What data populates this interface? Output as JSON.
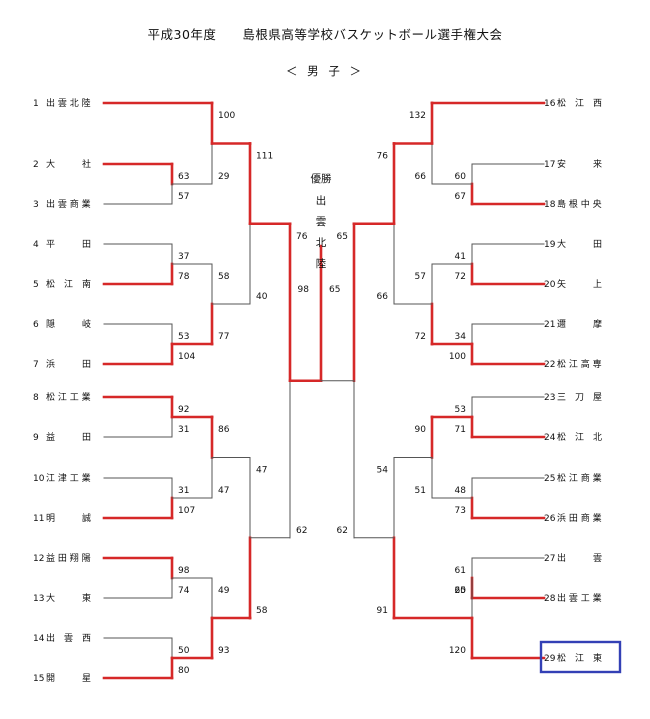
{
  "header": {
    "title": "平成30年度　　島根県高等学校バスケットボール選手権大会",
    "division": "＜ 男 子 ＞"
  },
  "colors": {
    "winner_line": "#d62828",
    "loser_line": "#555555",
    "highlight_box": "#3340b5"
  },
  "champion": {
    "label": "優勝",
    "chars": [
      "出",
      "雲",
      "北",
      "陸"
    ]
  },
  "highlight_team": "29",
  "left_teams": [
    {
      "no": "1",
      "name": "出 雲 北 陸"
    },
    {
      "no": "2",
      "name": "大　　　社"
    },
    {
      "no": "3",
      "name": "出 雲 商 業"
    },
    {
      "no": "4",
      "name": "平　　　田"
    },
    {
      "no": "5",
      "name": "松　江　南"
    },
    {
      "no": "6",
      "name": "隠　　　岐"
    },
    {
      "no": "7",
      "name": "浜　　　田"
    },
    {
      "no": "8",
      "name": "松 江 工 業"
    },
    {
      "no": "9",
      "name": "益　　　田"
    },
    {
      "no": "10",
      "name": "江 津 工 業"
    },
    {
      "no": "11",
      "name": "明　　　誠"
    },
    {
      "no": "12",
      "name": "益 田 翔 陽"
    },
    {
      "no": "13",
      "name": "大　　　東"
    },
    {
      "no": "14",
      "name": "出　雲　西"
    },
    {
      "no": "15",
      "name": "開　　　星"
    }
  ],
  "right_teams": [
    {
      "no": "16",
      "name": "松　江　西"
    },
    {
      "no": "17",
      "name": "安　　　来"
    },
    {
      "no": "18",
      "name": "島 根 中 央"
    },
    {
      "no": "19",
      "name": "大　　　田"
    },
    {
      "no": "20",
      "name": "矢　　　上"
    },
    {
      "no": "21",
      "name": "邇　　　摩"
    },
    {
      "no": "22",
      "name": "松 江 高 専"
    },
    {
      "no": "23",
      "name": "三　刀　屋"
    },
    {
      "no": "24",
      "name": "松　江　北"
    },
    {
      "no": "25",
      "name": "松 江 商 業"
    },
    {
      "no": "26",
      "name": "浜 田 商 業"
    },
    {
      "no": "27",
      "name": "出　　　雲"
    },
    {
      "no": "28",
      "name": "出 雲 工 業"
    },
    {
      "no": "29",
      "name": "松　江　東"
    }
  ],
  "left_scores": {
    "r1": [
      {
        "top": "63",
        "bottom": "57"
      },
      {
        "top": "37",
        "bottom": "78"
      },
      {
        "top": "53",
        "bottom": "104"
      },
      {
        "top": "92",
        "bottom": "31"
      },
      {
        "top": "31",
        "bottom": "107"
      },
      {
        "top": "98",
        "bottom": "74"
      },
      {
        "top": "50",
        "bottom": "80"
      }
    ],
    "r2": [
      {
        "top": "100",
        "bottom": "29"
      },
      {
        "top": "58",
        "bottom": "77"
      },
      {
        "top": "86",
        "bottom": "47"
      },
      {
        "top": "49",
        "bottom": "93"
      }
    ],
    "r3": [
      {
        "top": "111",
        "bottom": "40"
      },
      {
        "top": "47",
        "bottom": "58"
      }
    ],
    "semi": {
      "top": "76",
      "bottom": "62"
    }
  },
  "right_scores": {
    "r1": [
      {
        "top": "60",
        "bottom": "67"
      },
      {
        "top": "41",
        "bottom": "72"
      },
      {
        "top": "34",
        "bottom": "100"
      },
      {
        "top": "53",
        "bottom": "71"
      },
      {
        "top": "48",
        "bottom": "73"
      },
      {
        "top": "61",
        "bottom": "65"
      },
      {
        "top": "20",
        "bottom": "120"
      }
    ],
    "r2": [
      {
        "top": "132",
        "bottom": "66"
      },
      {
        "top": "57",
        "bottom": "72"
      },
      {
        "top": "90",
        "bottom": "51"
      }
    ],
    "r3": [
      {
        "top": "76",
        "bottom": "66"
      },
      {
        "top": "54",
        "bottom": "91"
      }
    ],
    "semi": {
      "top": "65",
      "bottom": "62"
    }
  },
  "final_scores": {
    "left": "98",
    "right": "65"
  }
}
